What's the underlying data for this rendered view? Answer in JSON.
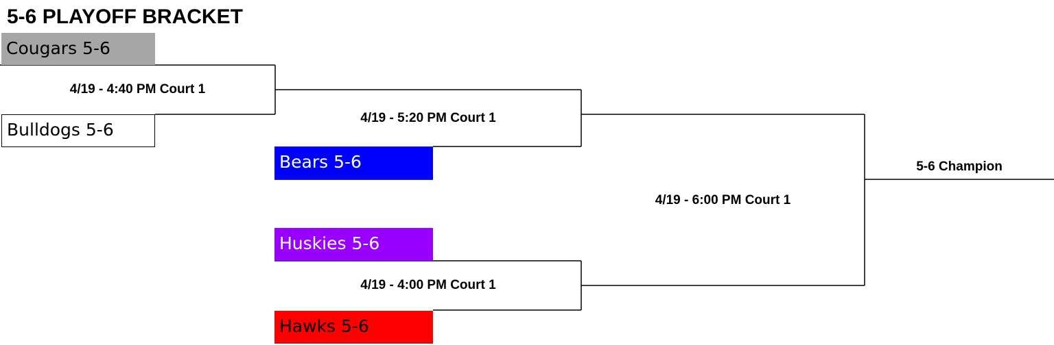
{
  "title": "5-6 PLAYOFF BRACKET",
  "teams": {
    "cougars": {
      "label": "Cougars 5-6",
      "bg": "#a6a6a6",
      "fg": "#000000"
    },
    "bulldogs": {
      "label": "Bulldogs 5-6",
      "bg": "#ffffff",
      "fg": "#000000"
    },
    "bears": {
      "label": "Bears 5-6",
      "bg": "#0000ff",
      "fg": "#ffffff"
    },
    "huskies": {
      "label": "Huskies 5-6",
      "bg": "#9a00ff",
      "fg": "#ffffff"
    },
    "hawks": {
      "label": "Hawks 5-6",
      "bg": "#ff0000",
      "fg": "#000000"
    }
  },
  "games": {
    "game1": "4/19 - 4:40 PM Court 1",
    "game2": "4/19 - 5:20 PM Court 1",
    "game3": "4/19 - 4:00 PM Court 1",
    "final": "4/19 - 6:00 PM Court 1"
  },
  "champion": "5-6 Champion"
}
